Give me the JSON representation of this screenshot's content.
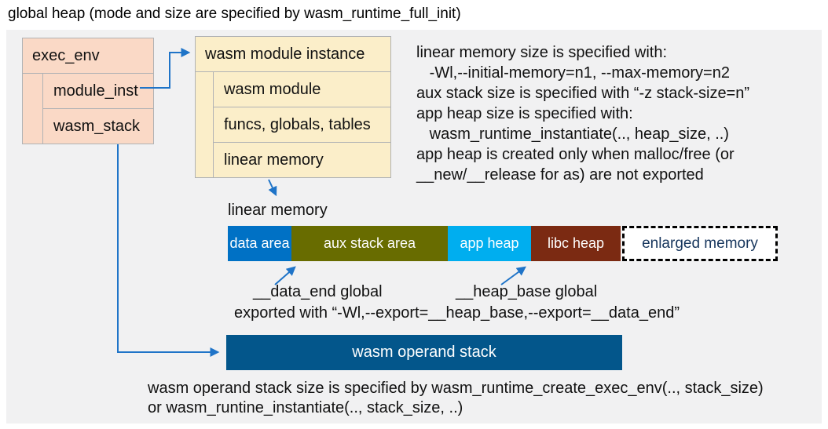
{
  "title": "global heap (mode and size are specified by wasm_runtime_full_init)",
  "exec_env_box": {
    "header": "exec_env",
    "rows": [
      "module_inst",
      "wasm_stack"
    ]
  },
  "module_instance_box": {
    "header": "wasm module instance",
    "rows": [
      "wasm module",
      "funcs, globals, tables",
      "linear memory"
    ]
  },
  "notes_right": {
    "lines": [
      "linear memory size is specified with:",
      "   -Wl,--initial-memory=n1, --max-memory=n2",
      "aux stack size is specified with “-z stack-size=n”",
      "app heap size is specified with:",
      "   wasm_runtime_instantiate(.., heap_size, ..)",
      "app heap is created only when malloc/free (or",
      "__new/__release for as) are not exported"
    ]
  },
  "linear_memory": {
    "label": "linear memory",
    "segments": [
      {
        "name": "data area",
        "color": "#0071C5"
      },
      {
        "name": "aux stack area",
        "color": "#686C00"
      },
      {
        "name": "app heap",
        "color": "#00AEEF"
      },
      {
        "name": "libc heap",
        "color": "#7B2A12"
      },
      {
        "name": "enlarged memory",
        "color": "#FFFFFF"
      }
    ],
    "annotations": {
      "data_end": "__data_end global",
      "heap_base": "__heap_base global",
      "exported": "exported with “-Wl,--export=__heap_base,--export=__data_end”"
    }
  },
  "operand_stack": {
    "label": "wasm operand stack"
  },
  "notes_bottom": {
    "lines": [
      "wasm operand stack size is specified by wasm_runtime_create_exec_env(.., stack_size)",
      "or wasm_runtine_instantiate(.., stack_size, ..)"
    ]
  },
  "colors": {
    "panel-bg": "#F1F1F2",
    "box-pink": "#FAD9C6",
    "box-cream": "#FBEEC9",
    "box-border": "#B0B2B4",
    "operand-blue": "#03568B",
    "connector": "#1F74C8",
    "navy": "#17365D"
  }
}
